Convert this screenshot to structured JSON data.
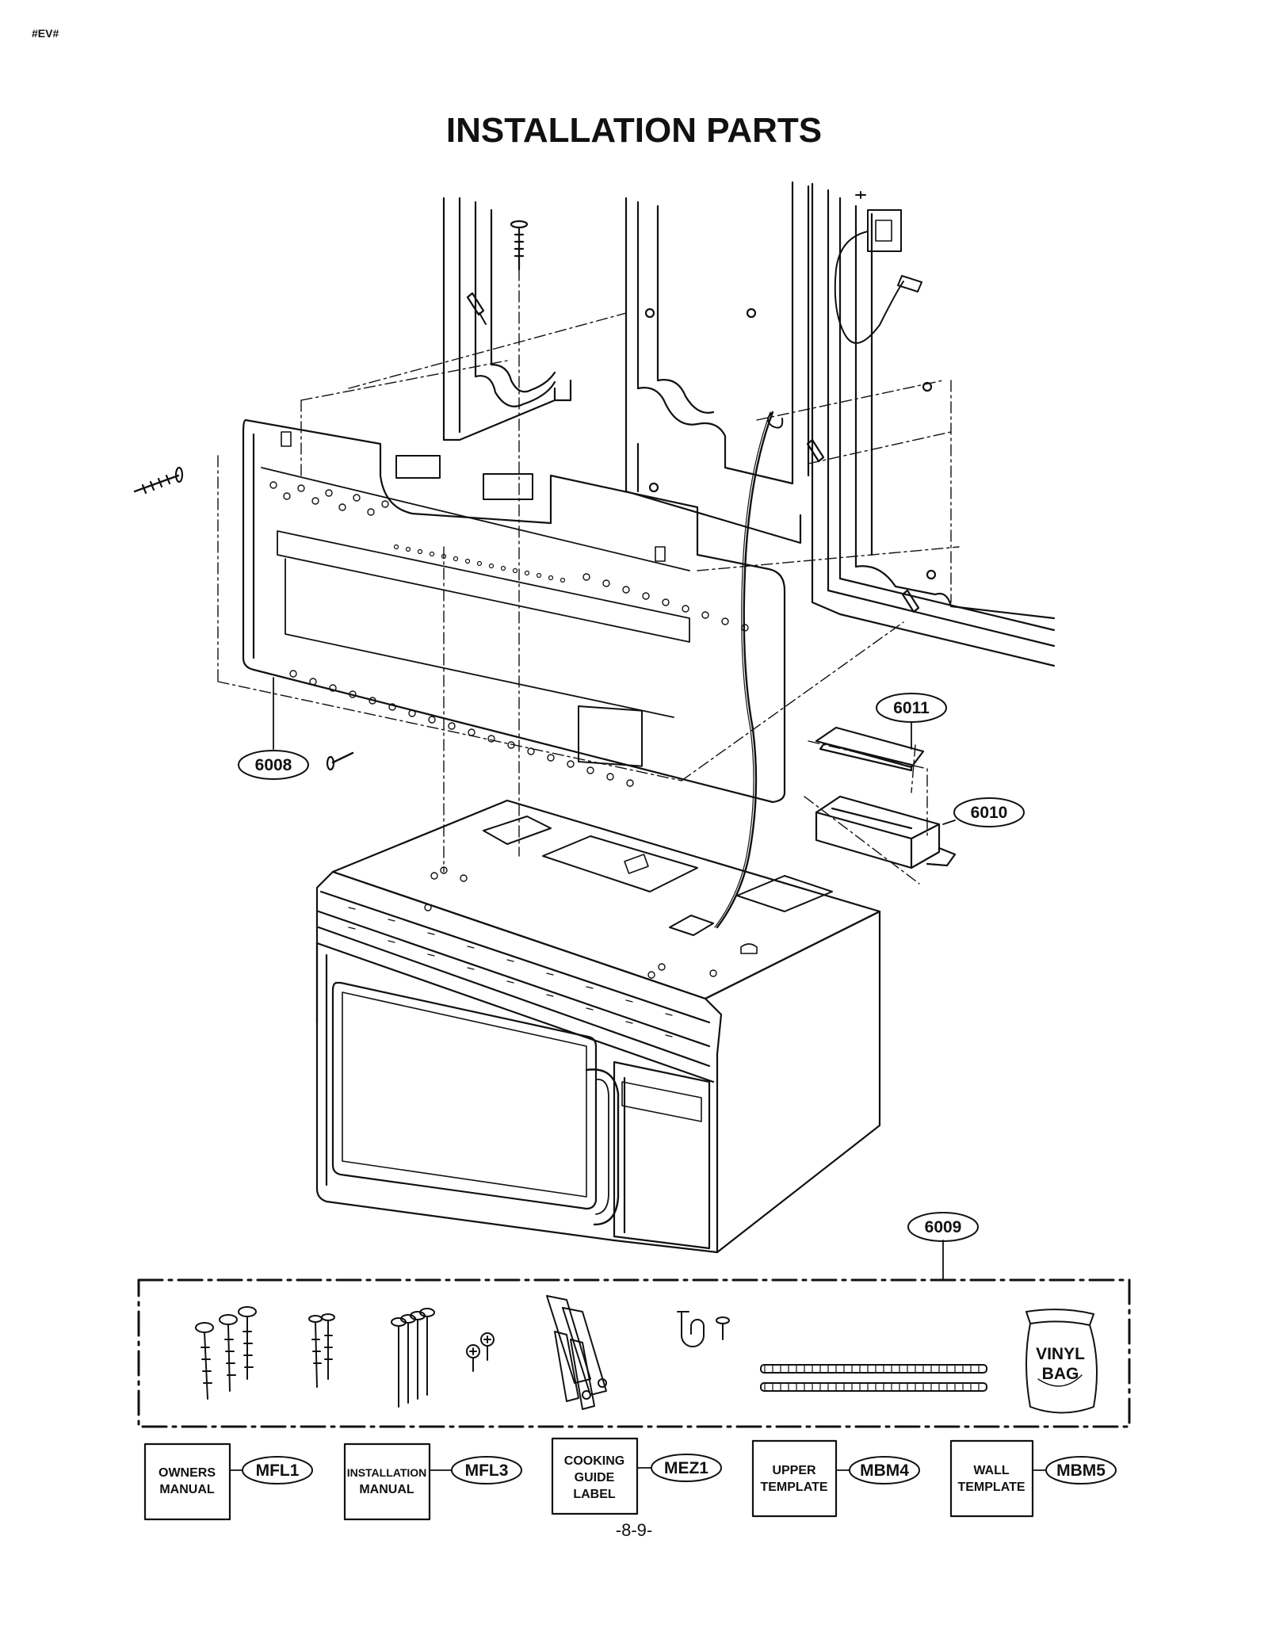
{
  "header": {
    "page_code": "#EV#",
    "title": "INSTALLATION PARTS"
  },
  "callouts": {
    "c6008": "6008",
    "c6009": "6009",
    "c6010": "6010",
    "c6011": "6011"
  },
  "vinyl_bag": {
    "line1": "VINYL",
    "line2": "BAG"
  },
  "documents": [
    {
      "line1": "OWNERS",
      "line2": "MANUAL",
      "line3": "",
      "code": "MFL1"
    },
    {
      "line1": "INSTALLATION",
      "line2": "MANUAL",
      "line3": "",
      "code": "MFL3"
    },
    {
      "line1": "COOKING",
      "line2": "GUIDE",
      "line3": "LABEL",
      "code": "MEZ1"
    },
    {
      "line1": "UPPER",
      "line2": "TEMPLATE",
      "line3": "",
      "code": "MBM4"
    },
    {
      "line1": "WALL",
      "line2": "TEMPLATE",
      "line3": "",
      "code": "MBM5"
    }
  ],
  "footer": {
    "page_number": "-8-9-"
  }
}
